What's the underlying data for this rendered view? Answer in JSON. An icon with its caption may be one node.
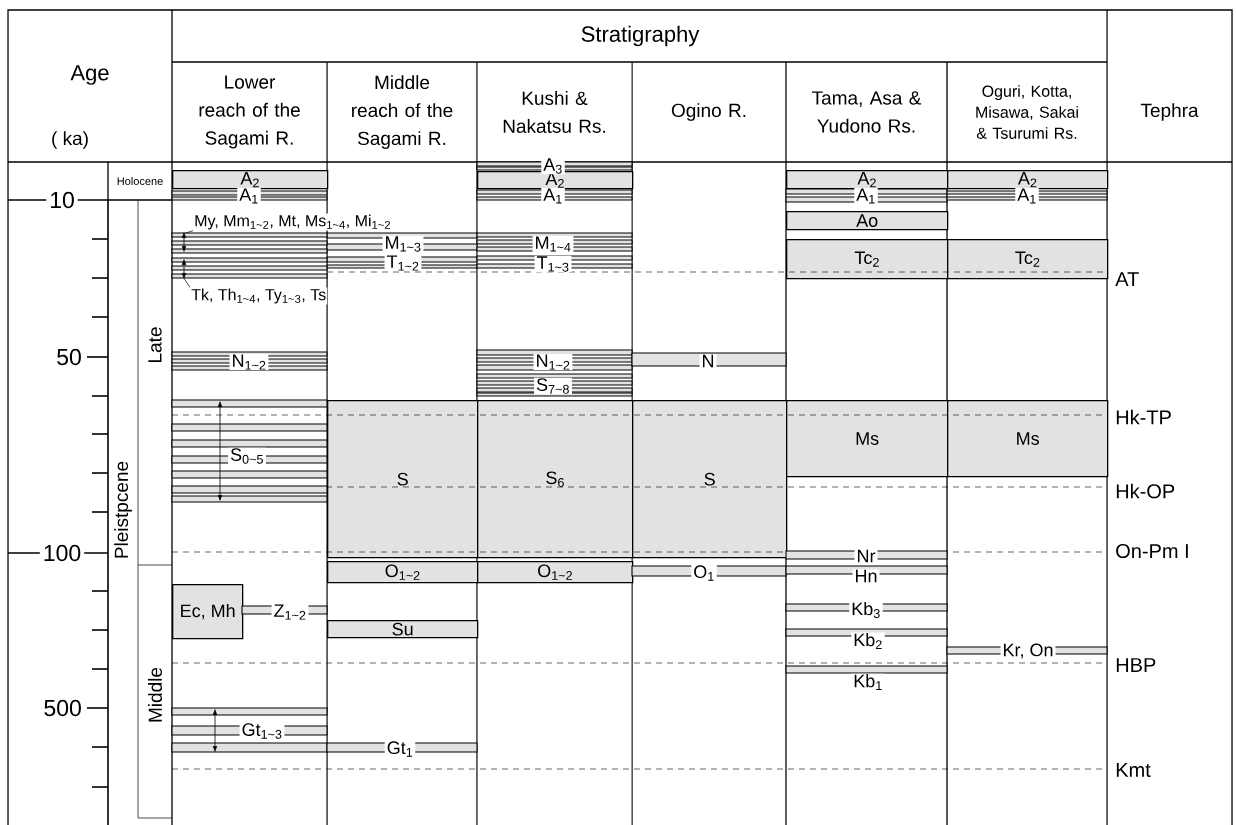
{
  "diagram": {
    "nodes": [
      {
        "text": [
          "A$_{2}$"
        ]
      },
      {
        "text": [
          "A$_{1}$"
        ]
      },
      {
        "text": [
          "My, Mm$_{1~2}$, Mt, Ms$_{1~4}$, Mi$_{1~2}$"
        ]
      },
      {
        "text": [
          "Tk, Th$_{1~4}$, Ty$_{1~3}$, Ts"
        ]
      },
      {
        "text": [
          "N$_{1~2}$"
        ]
      },
      {
        "text": [
          "S$_{0~5}$"
        ]
      },
      {
        "text": [
          "Ec, Mh"
        ]
      },
      {
        "text": [
          "Z$_{1~2}$"
        ]
      },
      {
        "text": [
          "Gt$_{1~3}$"
        ]
      },
      {
        "text": [
          "M$_{1~3}$"
        ]
      },
      {
        "text": [
          "T$_{1~2}$"
        ]
      },
      {
        "text": [
          "S"
        ]
      },
      {
        "text": [
          "O$_{1~2}$"
        ]
      },
      {
        "text": [
          "Su"
        ]
      },
      {
        "text": [
          "Gt$_{1}$"
        ]
      },
      {
        "text": [
          "A$_{3}$"
        ]
      },
      {
        "text": [
          "A$_{2}$"
        ]
      },
      {
        "text": [
          "A$_{1}$"
        ]
      },
      {
        "text": [
          "M$_{1~4}$"
        ]
      },
      {
        "text": [
          "T$_{1~3}$"
        ]
      },
      {
        "text": [
          "N$_{1~2}$"
        ]
      },
      {
        "text": [
          "S$_{7~8}$"
        ]
      },
      {
        "text": [
          "S$_{6}$"
        ]
      },
      {
        "text": [
          "O$_{1~2}$"
        ]
      },
      {
        "text": [
          "N"
        ]
      },
      {
        "text": [
          "S"
        ]
      },
      {
        "text": [
          "O$_{1}$"
        ]
      },
      {
        "text": [
          "A$_{2}$"
        ]
      },
      {
        "text": [
          "A$_{1}$"
        ]
      },
      {
        "text": [
          "Ao"
        ]
      },
      {
        "text": [
          "Tc$_{2}$"
        ]
      },
      {
        "text": [
          "Ms"
        ]
      },
      {
        "text": [
          "Nr"
        ]
      },
      {
        "text": [
          "Hn"
        ]
      },
      {
        "text": [
          "Kb$_{3}$"
        ]
      },
      {
        "text": [
          "Kb$_{2}$"
        ]
      },
      {
        "text": [
          "Kb$_{1}$"
        ]
      },
      {
        "text": [
          "A$_{2}$"
        ]
      },
      {
        "text": [
          "A$_{1}$"
        ]
      },
      {
        "text": [
          "Tc$_{2}$"
        ]
      },
      {
        "text": [
          "Ms"
        ]
      },
      {
        "text": [
          "Kr, On"
        ]
      },
      {
        "text": [],
        "shape": "bar"
      }
    ],
    "edges": [
      {
        "from": 2,
        "to": 42,
        "arrow": "none"
      },
      {
        "from": 3,
        "to": 42,
        "arrow": "none"
      }
    ],
    "labels": [
      "Age",
      "Stratigraphy",
      "Lower reach of the Sagami R.",
      "Middle reach of the Sagami R.",
      "Kushi & Nakatsu Rs.",
      "Ogino R.",
      "Tama, Asa & Yudono Rs.",
      "Oguri, Kotta, Misawa, Sakai & Tsurumi Rs.",
      "Tephra",
      "( ka)",
      "Holocene",
      "10",
      "AT",
      "50",
      "Late",
      "Hk-TP",
      "Pleistpcene",
      "Hk-OP",
      "100",
      "On-Pm I",
      "HBP",
      "Middle",
      "500",
      "Kmt"
    ]
  }
}
